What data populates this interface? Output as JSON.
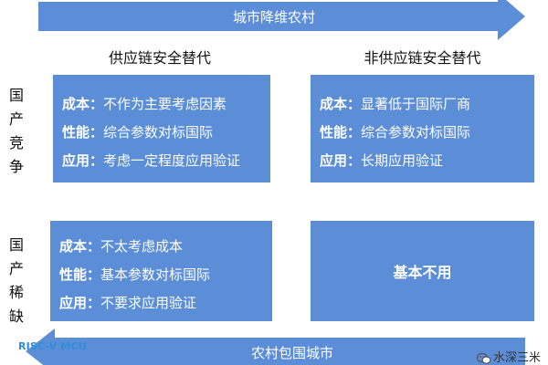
{
  "top_arrow": {
    "label": "城市降维农村"
  },
  "bottom_arrow": {
    "label": "农村包围城市"
  },
  "columns": [
    "供应链安全替代",
    "非供应链安全替代"
  ],
  "rows": [
    {
      "chars": [
        "国",
        "产",
        "竞",
        "争"
      ]
    },
    {
      "chars": [
        "国",
        "产",
        "稀",
        "缺"
      ]
    }
  ],
  "cells": [
    [
      {
        "lines": [
          {
            "key": "成本：",
            "value": "不作为主要考虑因素"
          },
          {
            "key": "性能：",
            "value": "综合参数对标国际"
          },
          {
            "key": "应用：",
            "value": "考虑一定程度应用验证"
          }
        ]
      },
      {
        "lines": [
          {
            "key": "成本：",
            "value": "显著低于国际厂商"
          },
          {
            "key": "性能：",
            "value": "综合参数对标国际"
          },
          {
            "key": "应用：",
            "value": "长期应用验证"
          }
        ]
      }
    ],
    [
      {
        "lines": [
          {
            "key": "成本：",
            "value": "不太考虑成本"
          },
          {
            "key": "性能：",
            "value": "基本参数对标国际"
          },
          {
            "key": "应用：",
            "value": "不要求应用验证"
          }
        ]
      },
      {
        "text": "基本不用"
      }
    ]
  ],
  "watermark": {
    "left": "RISC-V MCU",
    "right": "水深三米"
  },
  "colors": {
    "box": "#5b8ed6",
    "arrow": "#5b8ed6",
    "background": "#ffffff"
  }
}
